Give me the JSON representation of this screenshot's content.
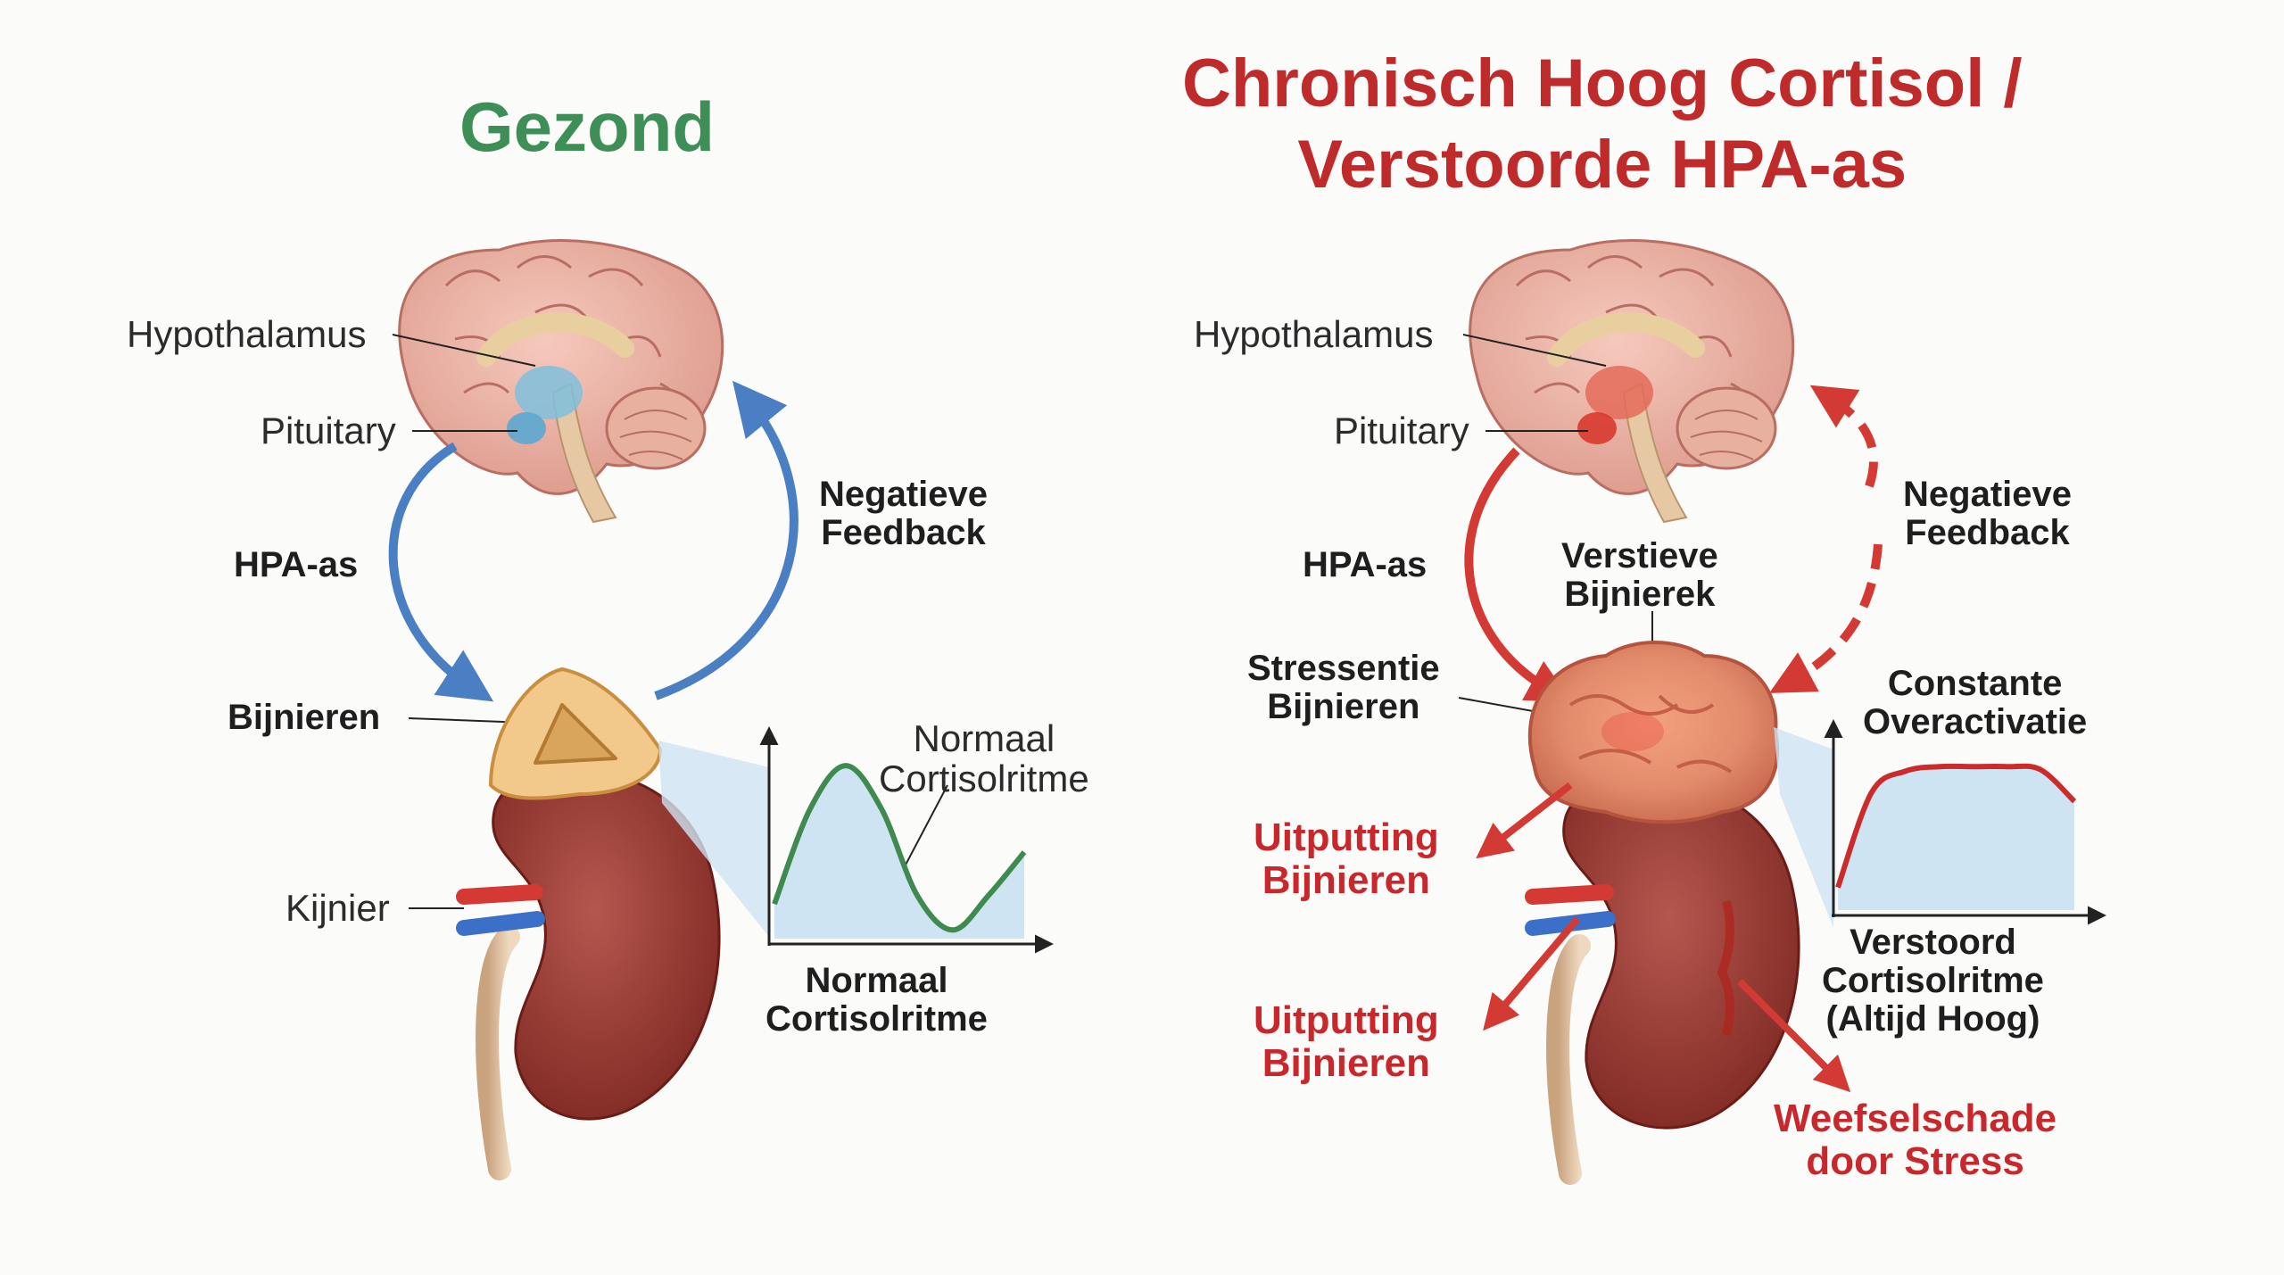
{
  "healthy": {
    "title": "Gezond",
    "labels": {
      "hypothalamus": "Hypothalamus",
      "pituitary": "Pituitary",
      "hpa_axis": "HPA-as",
      "adrenal_glands": "Bijnieren",
      "kidney": "Kijnier",
      "negative_feedback": [
        "Negatieve",
        "Feedback"
      ],
      "curve_label": [
        "Normaal",
        "Cortisolritme"
      ],
      "chart_caption": [
        "Normaal",
        "Cortisolritme"
      ]
    }
  },
  "disturbed": {
    "title": [
      "Chronisch Hoog Cortisol /",
      "Verstoorde HPA-as"
    ],
    "labels": {
      "hypothalamus": "Hypothalamus",
      "pituitary": "Pituitary",
      "hpa_axis": "HPA-as",
      "enlarged_adrenal": [
        "Verstieve",
        "Bijnierek"
      ],
      "stress_adrenals": [
        "Stressentie",
        "Bijnieren"
      ],
      "negative_feedback": [
        "Negatieve",
        "Feedback"
      ],
      "constant_overactivation": [
        "Constante",
        "Overactivatie"
      ],
      "exhaustion_1": [
        "Uitputting",
        "Bijnieren"
      ],
      "exhaustion_2": [
        "Uitputting",
        "Bijnieren"
      ],
      "chart_caption": [
        "Verstoord",
        "Cortisolritme",
        "(Altijd Hoog)"
      ],
      "tissue_damage": [
        "Weefselschade",
        "door Stress"
      ]
    }
  },
  "colors": {
    "healthy_title": "#3e8f57",
    "disturbed_title": "#bf2a2a",
    "healthy_arrow": "#4a7fc4",
    "disturbed_arrow": "#d33a34",
    "normal_curve": "#3f8a4f",
    "high_curve": "#cc2b2b",
    "chart_fill": "#cfe4f2"
  },
  "icons": {
    "brain": "brain-icon",
    "adrenal": "adrenal-gland-icon",
    "kidney": "kidney-icon"
  },
  "chart_data": [
    {
      "type": "line",
      "title": "",
      "caption": "Normaal Cortisolritme",
      "series": [
        {
          "name": "Normaal Cortisolritme",
          "values": [
            0.2,
            0.75,
            1.0,
            0.75,
            0.25,
            0.05,
            0.25,
            0.5
          ]
        }
      ],
      "x_ticks": [],
      "y_ticks": [],
      "xlabel": "",
      "ylabel": "",
      "ylim": [
        0,
        1.3
      ],
      "filled_area": true
    },
    {
      "type": "line",
      "title": "",
      "caption": "Verstoord Cortisolritme (Altijd Hoog)",
      "series": [
        {
          "name": "",
          "values": [
            0.15,
            0.78,
            0.92,
            0.95,
            0.95,
            0.95,
            0.93,
            0.72
          ]
        }
      ],
      "x_ticks": [],
      "y_ticks": [],
      "xlabel": "",
      "ylabel": "",
      "ylim": [
        0,
        1.3
      ],
      "filled_area": true
    }
  ]
}
